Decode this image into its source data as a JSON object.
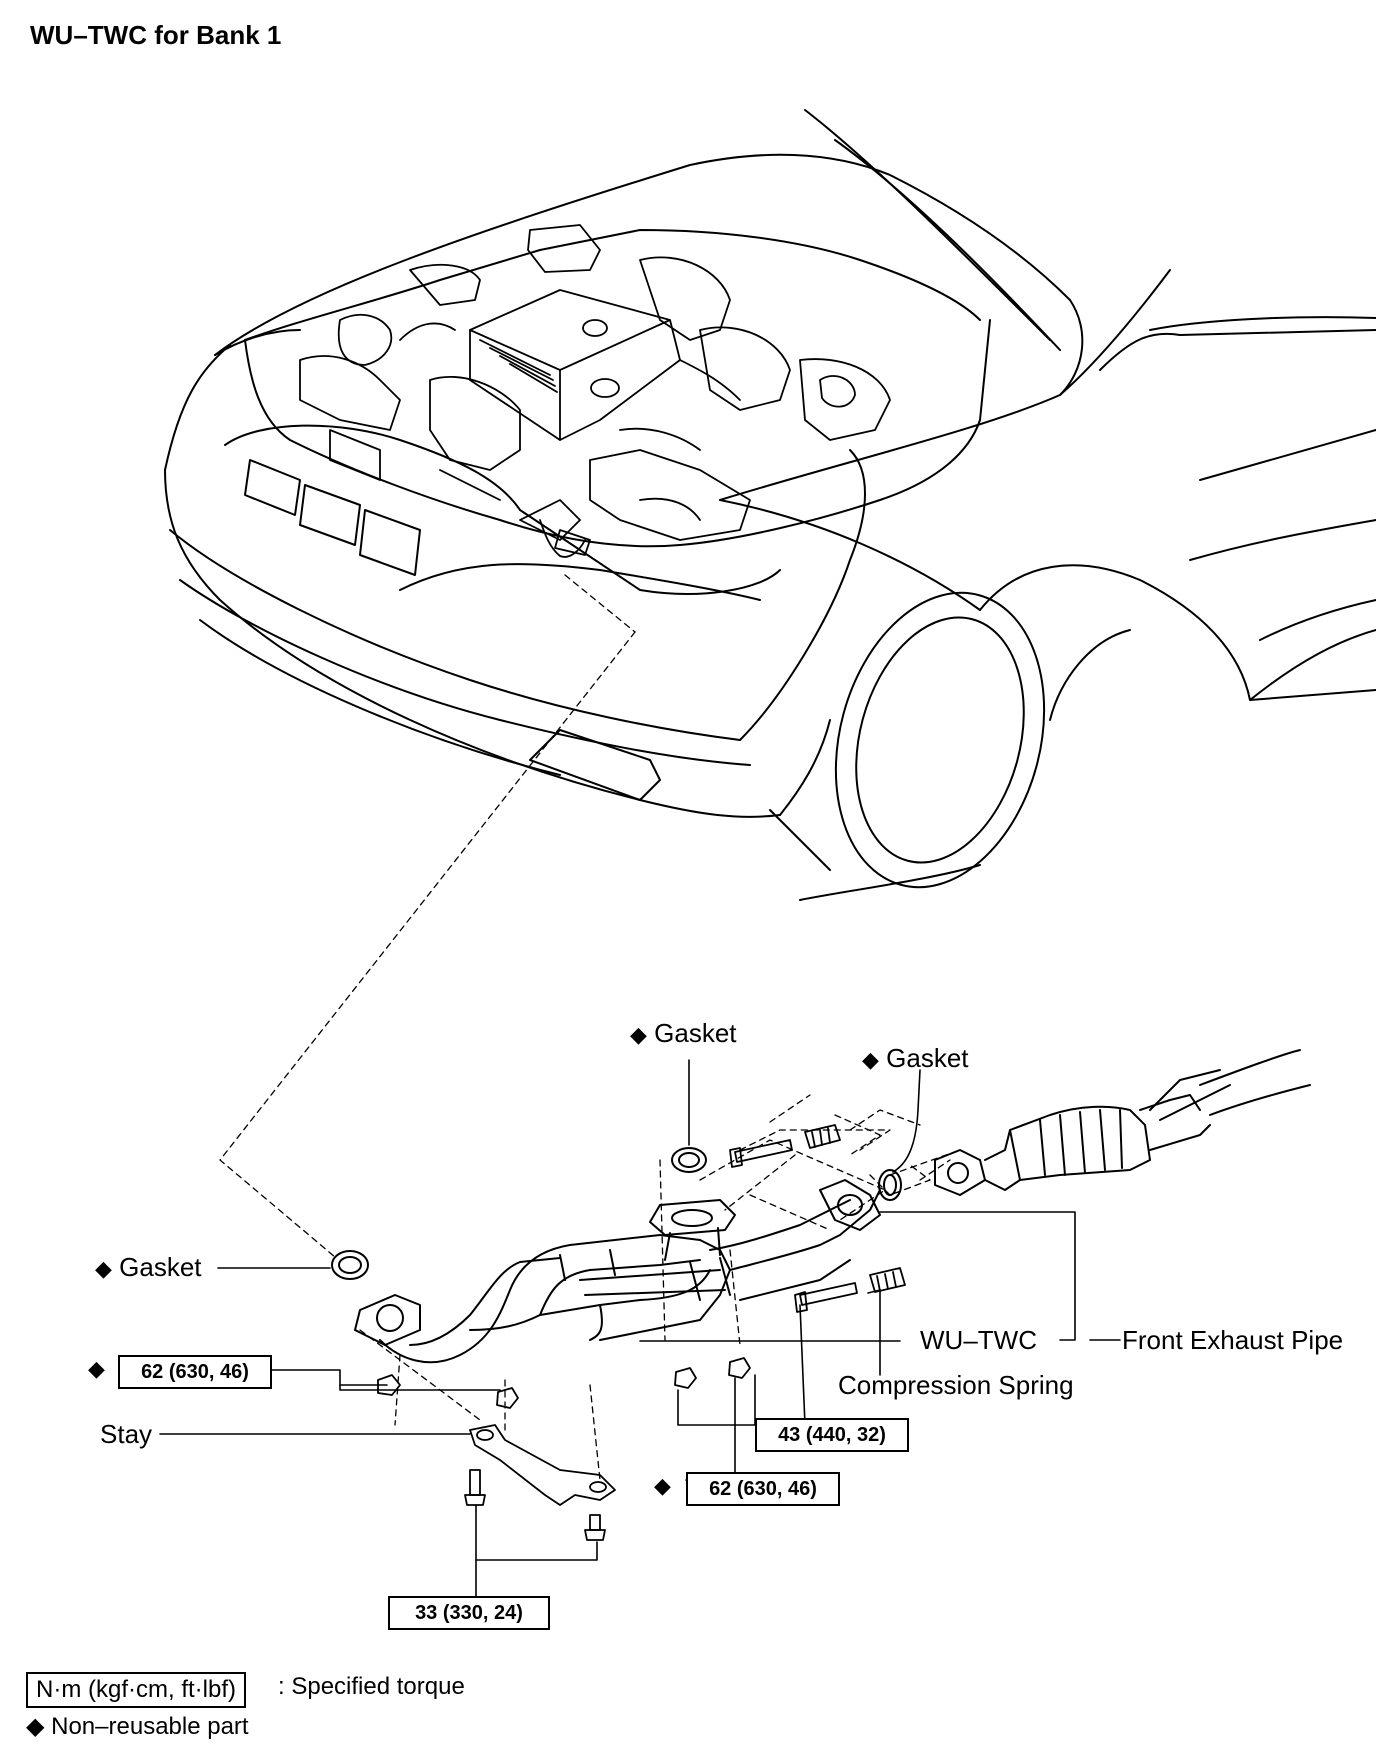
{
  "title": "WU–TWC for Bank 1",
  "diamond": "◆",
  "labels": {
    "gasket_top": "Gasket",
    "gasket_top_right": "Gasket",
    "gasket_left": "Gasket",
    "stay": "Stay",
    "wu_twc": "WU–TWC",
    "front_exhaust_pipe": "Front Exhaust Pipe",
    "compression_spring": "Compression Spring"
  },
  "torques": {
    "t62_left": "62 (630, 46)",
    "t43": "43 (440, 32)",
    "t62_right": "62 (630, 46)",
    "t33": "33 (330, 24)"
  },
  "legend": {
    "unit_box": "N·m (kgf·cm, ft·lbf)",
    "unit_desc": ": Specified torque",
    "non_reusable": "◆ Non–reusable part"
  }
}
